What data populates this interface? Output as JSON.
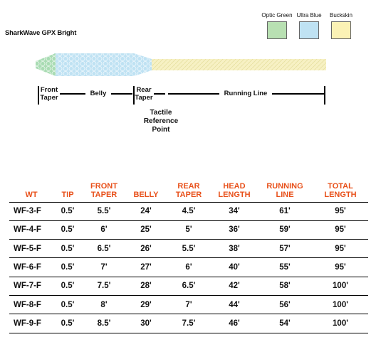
{
  "product_title": "SharkWave GPX Bright",
  "swatches": [
    {
      "label": "Optic Green",
      "color": "#b8e0b2"
    },
    {
      "label": "Ultra Blue",
      "color": "#bfe2f3"
    },
    {
      "label": "Buckskin",
      "color": "#fbf2b5"
    }
  ],
  "line_colors": {
    "tip": "#a9dcb3",
    "belly": "#bfe2f3",
    "running": "#f7f1c4"
  },
  "segments": {
    "front_taper": "Front Taper",
    "belly": "Belly",
    "rear_taper": "Rear Taper",
    "running_line": "Running Line",
    "tactile_point": "Tactile Reference Point"
  },
  "table": {
    "headers": [
      "WT",
      "TIP",
      "FRONT TAPER",
      "BELLY",
      "REAR TAPER",
      "HEAD LENGTH",
      "RUNNING LINE",
      "TOTAL LENGTH"
    ],
    "rows": [
      [
        "WF-3-F",
        "0.5'",
        "5.5'",
        "24'",
        "4.5'",
        "34'",
        "61'",
        "95'"
      ],
      [
        "WF-4-F",
        "0.5'",
        "6'",
        "25'",
        "5'",
        "36'",
        "59'",
        "95'"
      ],
      [
        "WF-5-F",
        "0.5'",
        "6.5'",
        "26'",
        "5.5'",
        "38'",
        "57'",
        "95'"
      ],
      [
        "WF-6-F",
        "0.5'",
        "7'",
        "27'",
        "6'",
        "40'",
        "55'",
        "95'"
      ],
      [
        "WF-7-F",
        "0.5'",
        "7.5'",
        "28'",
        "6.5'",
        "42'",
        "58'",
        "100'"
      ],
      [
        "WF-8-F",
        "0.5'",
        "8'",
        "29'",
        "7'",
        "44'",
        "56'",
        "100'"
      ],
      [
        "WF-9-F",
        "0.5'",
        "8.5'",
        "30'",
        "7.5'",
        "46'",
        "54'",
        "100'"
      ]
    ]
  }
}
